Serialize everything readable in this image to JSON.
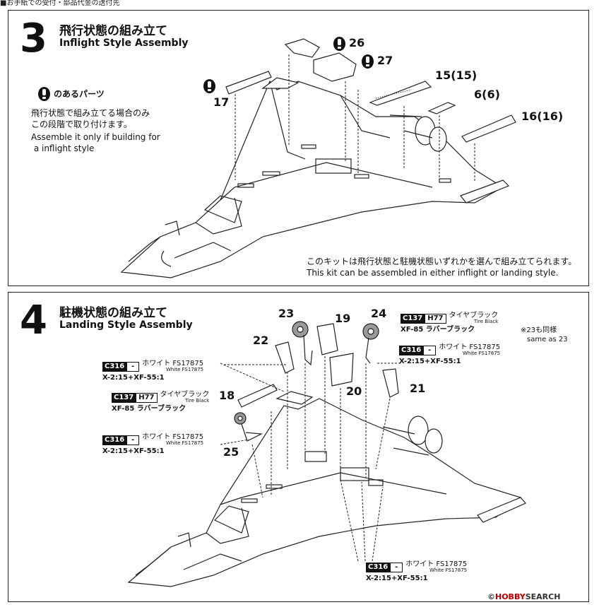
{
  "header_strip": "■お手紙での受付・部品代金の送付先",
  "step3": {
    "number": "3",
    "title_jp": "飛行状態の組み立て",
    "title_en": "Inflight Style Assembly",
    "note_heading": "のあるパーツ",
    "note_jp_1": "飛行状態で組み立てる場合のみ",
    "note_jp_2": "この段階で取り付けます。",
    "note_en_1": "Assemble it only if building for",
    "note_en_2": " a inflight style",
    "part_17": "17",
    "part_26": "26",
    "part_27": "27",
    "part_15": "15(15)",
    "part_6": "6(6)",
    "part_16": "16(16)",
    "kit_note_jp": "このキットは飛行状態と駐機状態いずれかを選んで組み立てられます。",
    "kit_note_en": "This kit can be assembled in either inflight or landing style."
  },
  "step4": {
    "number": "4",
    "title_jp": "駐機状態の組み立て",
    "title_en": "Landing Style Assembly",
    "part_18": "18",
    "part_19": "19",
    "part_20": "20",
    "part_21": "21",
    "part_22": "22",
    "part_23": "23",
    "part_24": "24",
    "part_25": "25",
    "same_note_jp": "※23も同様",
    "same_note_en": "same as 23",
    "colors": {
      "tire": {
        "code": "C137",
        "code2": "H77",
        "jp": "タイヤブラック",
        "en": "Tire Black",
        "mix": "XF-85 ラバーブラック"
      },
      "white": {
        "code": "C316",
        "code2": "-",
        "jp": "ホワイト FS17875",
        "en": "White FS17875",
        "mix": "X-2:15+XF-55:1"
      }
    }
  },
  "watermark": {
    "prefix": "©",
    "brand": "HOBBY",
    "suffix": "SEARCH"
  }
}
